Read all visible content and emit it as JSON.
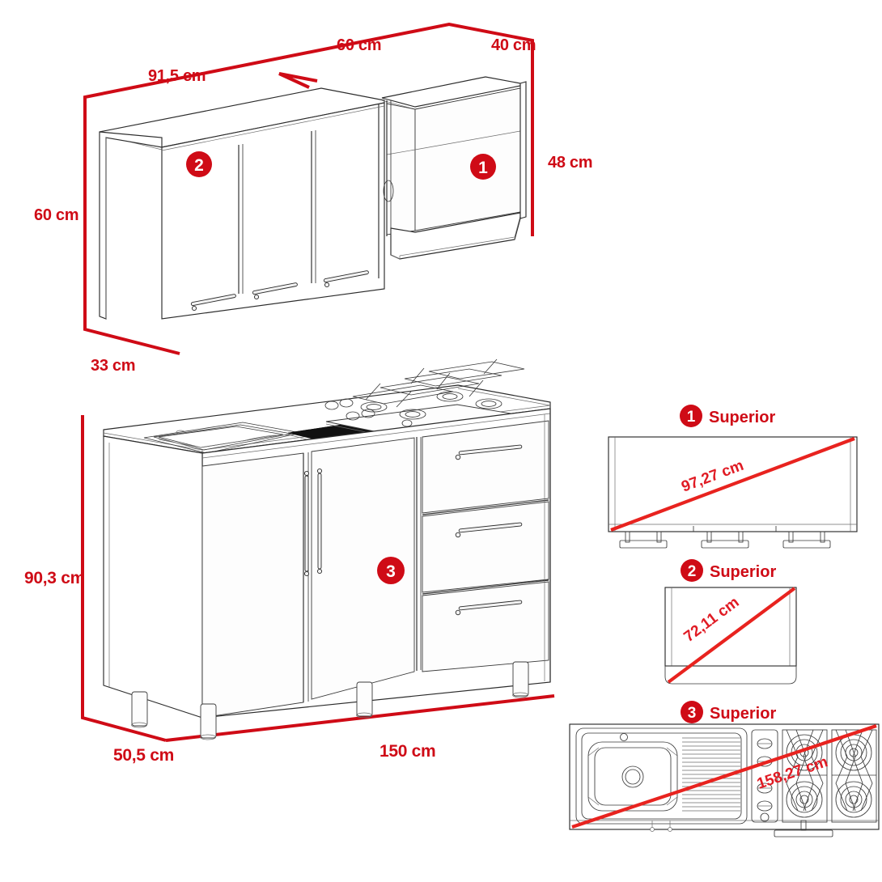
{
  "diagram": {
    "title_hidden": "Kitchen cabinet set assembly dimensions",
    "units": "cm",
    "accent_color": "#cf0b16",
    "diagonal_color": "#e8231f"
  },
  "upper_unit": {
    "dimensions": {
      "overall_width_left": "91,5 cm",
      "section_width_middle": "60 cm",
      "section_width_right": "40 cm",
      "height_left": "60 cm",
      "height_right": "48 cm",
      "depth": "33 cm"
    },
    "badges": [
      {
        "number": "1",
        "name": "open-shelf-module"
      },
      {
        "number": "2",
        "name": "three-door-wall-cabinet"
      }
    ]
  },
  "lower_unit": {
    "dimensions": {
      "height": "90,3 cm",
      "depth": "50,5 cm",
      "width": "150 cm"
    },
    "badges": [
      {
        "number": "3",
        "name": "base-cabinet-with-sink-and-cooktop"
      }
    ]
  },
  "panels": [
    {
      "number": "1",
      "label": "Superior",
      "diagonal": "97,27 cm",
      "name": "panel-1-superior-open-shelf"
    },
    {
      "number": "2",
      "label": "Superior",
      "diagonal": "72,11 cm",
      "name": "panel-2-superior-wall-cabinet"
    },
    {
      "number": "3",
      "label": "Superior",
      "diagonal": "158,27 cm",
      "name": "panel-3-superior-countertop"
    }
  ]
}
